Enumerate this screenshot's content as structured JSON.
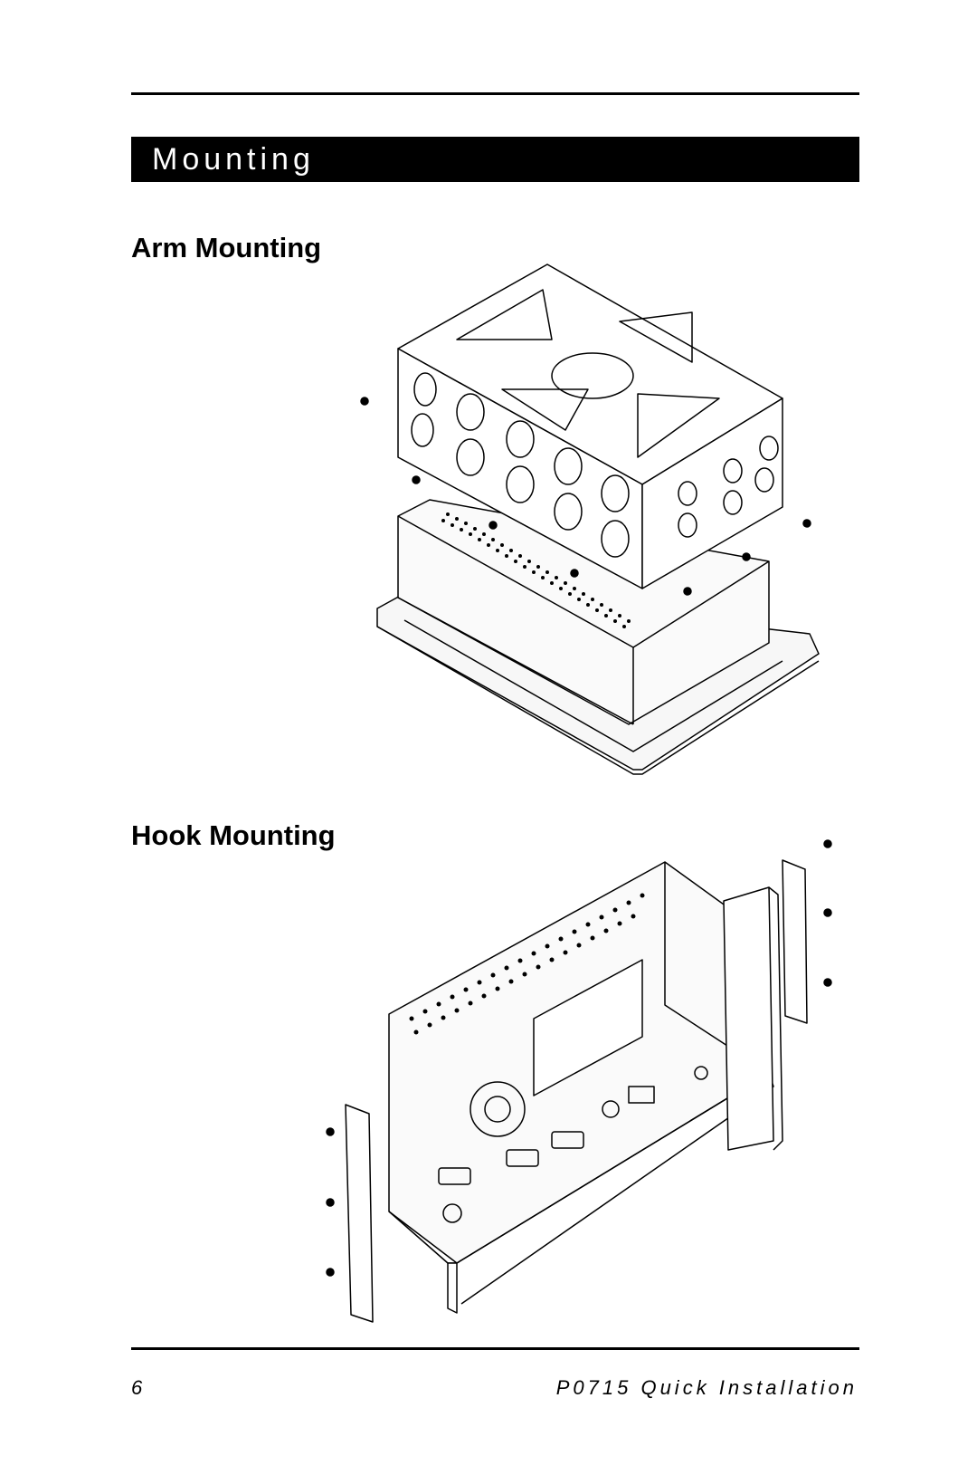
{
  "header": {
    "section_title": "Mounting"
  },
  "sections": [
    {
      "heading": "Arm Mounting",
      "figure_icon": "arm-mount-bracket-exploded-drawing"
    },
    {
      "heading": "Hook Mounting",
      "figure_icon": "hook-mount-brackets-exploded-drawing"
    }
  ],
  "footer": {
    "page_number": "6",
    "doc_title": "P0715 Quick Installation"
  }
}
